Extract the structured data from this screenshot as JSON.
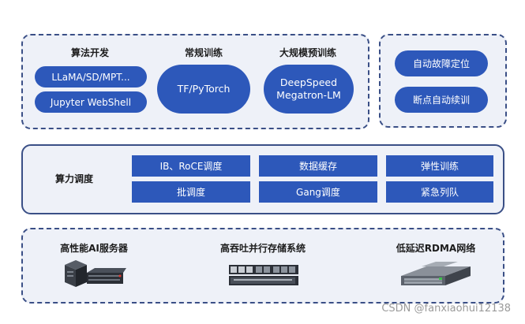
{
  "top_left": {
    "groups": [
      {
        "title": "算法开发",
        "items": [
          "LLaMA/SD/MPT...",
          "Jupyter WebShell"
        ]
      },
      {
        "title": "常规训练",
        "items": [
          "TF/PyTorch"
        ]
      },
      {
        "title": "大规模预训练",
        "items": [
          "DeepSpeed",
          "Megatron-LM"
        ]
      }
    ]
  },
  "top_right": {
    "items": [
      "自动故障定位",
      "断点自动续训"
    ]
  },
  "middle": {
    "label": "算力调度",
    "cells": [
      "IB、RoCE调度",
      "数据缓存",
      "弹性训练",
      "批调度",
      "Gang调度",
      "紧急列队"
    ]
  },
  "bottom": {
    "items": [
      "高性能AI服务器",
      "高吞吐并行存储系统",
      "低延迟RDMA网络"
    ]
  },
  "watermark": "CSDN @fanxiaohui12138",
  "colors": {
    "accent": "#2d58ba",
    "border": "#3a4f86",
    "panel": "#eef1f8"
  }
}
